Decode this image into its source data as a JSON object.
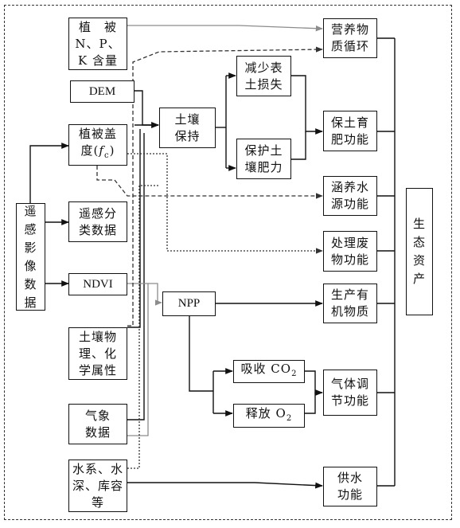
{
  "inputs": {
    "remote_sensing": "遥\n感\n影\n像\n数\n据",
    "veg_npk": "植　被\nN、P、\nK 含量",
    "dem": "DEM",
    "veg_cover": "植被盖\n度(fc)",
    "rs_class": "遥感分\n类数据",
    "ndvi": "NDVI",
    "soil_props": "土壤物\n理、化\n学属性",
    "weather": "气象\n数据",
    "water": "水系、水\n深、库容\n等"
  },
  "process": {
    "soil_retention": "土壤\n保持",
    "reduce_loss": "减少表\n土损失",
    "protect_fertility": "保护土\n壤肥力",
    "npp": "NPP",
    "absorb_co2": "吸收 CO",
    "absorb_co2_sub": "2",
    "release_o2": "释放 O",
    "release_o2_sub": "2"
  },
  "functions": {
    "nutrient_cycle": "营养物\n质循环",
    "soil_fertility": "保土育\n肥功能",
    "water_conservation": "涵养水\n源功能",
    "waste_treatment": "处理废\n物功能",
    "organic_matter": "生产有\n机物质",
    "gas_regulation": "气体调\n节功能",
    "water_supply": "供水\n功能"
  },
  "output": {
    "eco_assets": "生\n态\n资\n产"
  },
  "colors": {
    "solid_line": "#111111",
    "gray_line": "#8c8c8c",
    "dashed_line": "#333333"
  }
}
